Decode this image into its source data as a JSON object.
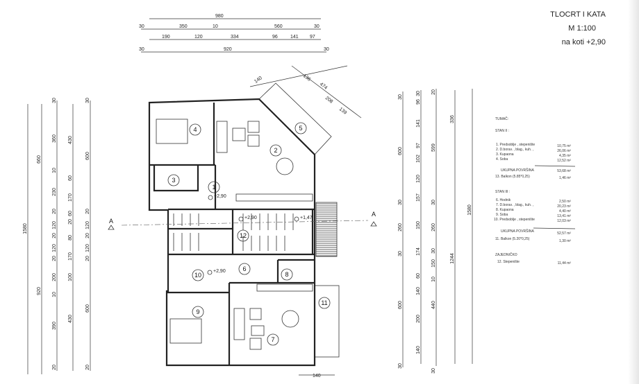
{
  "title_block": {
    "title": "TLOCRT I KATA",
    "scale": "M 1:100",
    "level": "na koti +2,90"
  },
  "legend": {
    "heading": "TUMAČ:",
    "groups": [
      {
        "name": "STAN II :",
        "items": [
          {
            "label": "1. Predsoblje , stepenište",
            "area": "10,75 m²"
          },
          {
            "label": "2. D.borav. , blag., kuh. ,",
            "area": "26,06 m²"
          },
          {
            "label": "3. Kupaona",
            "area": "4,35 m²"
          },
          {
            "label": "4. Soba",
            "area": "12,52 m²"
          }
        ],
        "total_label": "UKUPNA POVRŠINA",
        "total": "53,68 m²",
        "extra": {
          "label": "13. Balkon (5.85*0,25)",
          "area": "1,46 m²"
        }
      },
      {
        "name": "STAN III :",
        "items": [
          {
            "label": "6. Hodnik",
            "area": "2,50 m²"
          },
          {
            "label": "7. D.borav. , blag., kuh. ,",
            "area": "20,23 m²"
          },
          {
            "label": "8. Kupaona",
            "area": "4,40 m²"
          },
          {
            "label": "9. Soba",
            "area": "13,41 m²"
          },
          {
            "label": "10. Predsoblje , stepenište",
            "area": "12,03 m²"
          }
        ],
        "total_label": "UKUPNA POVRŠINA",
        "total": "52,57 m²",
        "extra": {
          "label": "11. Balkon (5.20*0,25)",
          "area": "1,30 m²"
        }
      }
    ],
    "common": {
      "name": "ZAJEDNIČKO",
      "items": [
        {
          "label": "12. Stepenište",
          "area": "11,44 m²"
        }
      ]
    }
  },
  "plan": {
    "rooms": [
      "1",
      "2",
      "3",
      "4",
      "5",
      "6",
      "7",
      "8",
      "9",
      "10",
      "11",
      "12"
    ],
    "levels": [
      "+2,90",
      "+2,90",
      "+1,47",
      "+2,90"
    ],
    "section_mark": "A",
    "bottom_dim": "140",
    "diagonal_dims": [
      "140",
      "136",
      "474",
      "208",
      "139"
    ]
  },
  "dimensions": {
    "top": [
      [
        "980"
      ],
      [
        "30",
        "350",
        "10",
        "560",
        "30"
      ],
      [
        "190",
        "120",
        "334",
        "96",
        "141",
        "97"
      ],
      [
        "30",
        "920",
        "30"
      ]
    ],
    "left": [
      [
        "1580"
      ],
      [
        "660",
        "920"
      ],
      [
        "30",
        "360",
        "10",
        "230",
        "20",
        "120",
        "20",
        "120",
        "20",
        "200",
        "10",
        "390",
        "20"
      ],
      [
        "430",
        "60",
        "170",
        "60",
        "20",
        "80",
        "170",
        "100",
        "430"
      ],
      [
        "30",
        "600",
        "20",
        "120",
        "20",
        "120",
        "20",
        "600",
        "20"
      ]
    ],
    "right": [
      [
        "30",
        "600",
        "30",
        "260",
        "30",
        "600",
        "30"
      ],
      [
        "30",
        "96",
        "141",
        "97",
        "102",
        "120",
        "157",
        "150",
        "174",
        "60",
        "140",
        "200",
        "140"
      ],
      [
        "20",
        "599",
        "30",
        "260",
        "30",
        "150",
        "10",
        "440",
        "30"
      ],
      [
        "336",
        "1244"
      ],
      [
        "1580"
      ]
    ]
  }
}
